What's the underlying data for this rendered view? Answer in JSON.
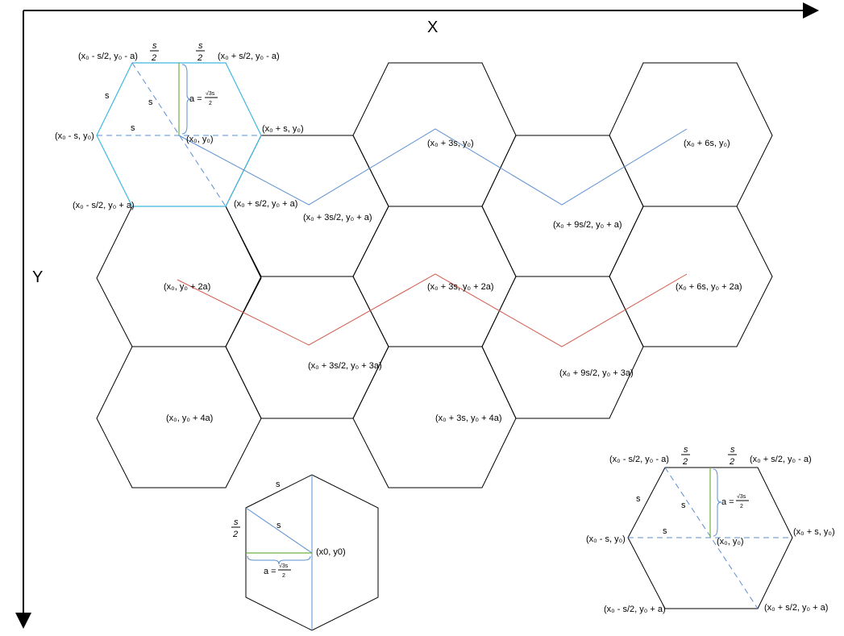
{
  "axes": {
    "x_label": "X",
    "y_label": "Y"
  },
  "sym": {
    "s": "s",
    "s_over_2_num": "s",
    "s_over_2_den": "2",
    "a_eq": "a =",
    "sqrt3s": "√3s",
    "two": "2"
  },
  "grid": {
    "center": "(x₀, y₀)",
    "left": "(x₀ - s, y₀)",
    "right": "(x₀ + s, y₀)",
    "top_left": "(x₀ - s/2, y₀ - a)",
    "top_right": "(x₀ + s/2, y₀ - a)",
    "bottom_left": "(x₀ - s/2, y₀ + a)",
    "bottom_right": "(x₀ + s/2, y₀ + a)",
    "h_3s": "(x₀ + 3s, y₀)",
    "h_6s": "(x₀ + 6s, y₀)",
    "h_3s2_a": "(x₀ + 3s/2, y₀ + a)",
    "h_9s2_a": "(x₀ + 9s/2, y₀ + a)",
    "h_0_2a": "(x₀, y₀ + 2a)",
    "h_3s_2a": "(x₀ + 3s, y₀ + 2a)",
    "h_6s_2a": "(x₀ + 6s, y₀ + 2a)",
    "h_3s2_3a": "(x₀ + 3s/2, y₀ + 3a)",
    "h_9s2_3a": "(x₀ + 9s/2, y₀ + 3a)",
    "h_0_4a": "(x₀, y₀ + 4a)",
    "h_3s_4a": "(x₀ + 3s, y₀ + 4a)"
  },
  "inset_bottom": {
    "center": "(x0, y0)"
  },
  "colors": {
    "hex_outline": "#000000",
    "highlight_hex": "#3fb8e0",
    "blue_path": "#5b8fd0",
    "red_path": "#d0584a",
    "green_line": "#70b040",
    "dash": "#5b8fd0"
  }
}
